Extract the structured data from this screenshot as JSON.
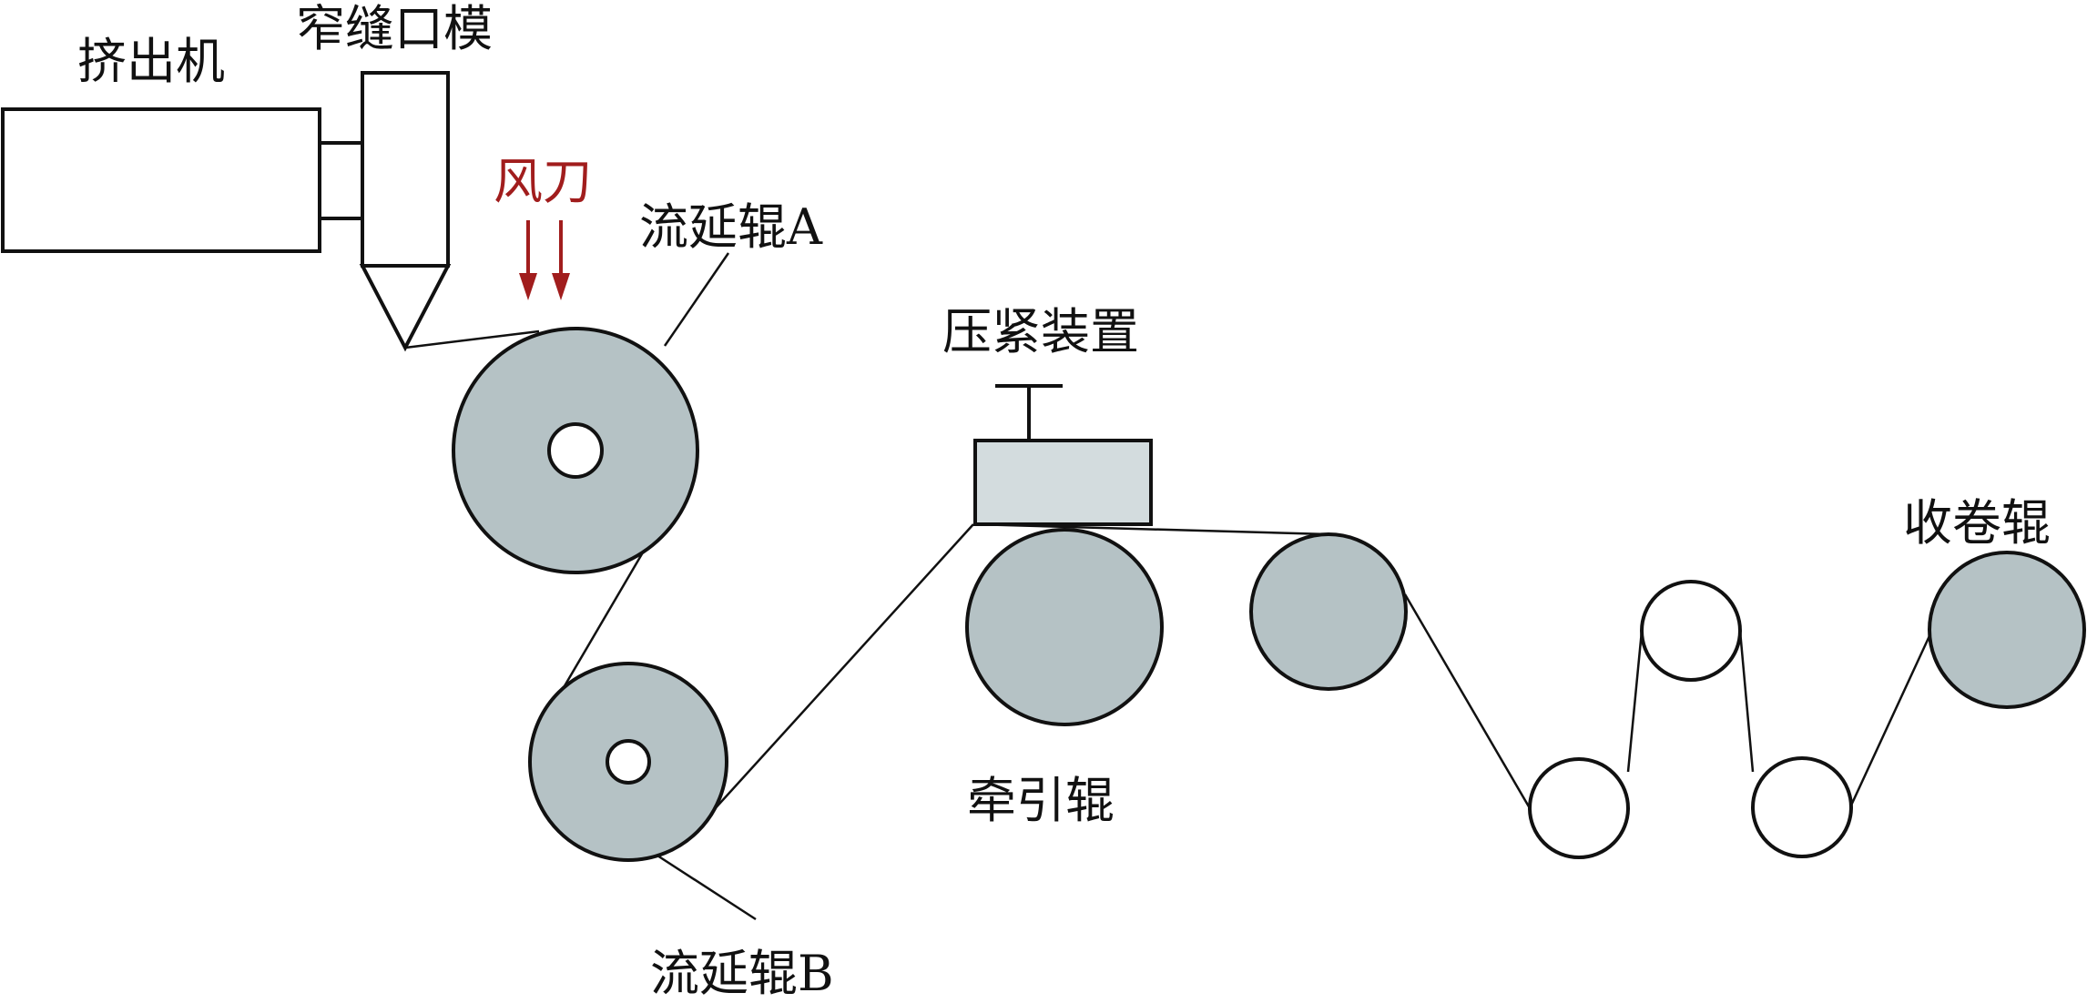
{
  "labels": {
    "extruder": "挤出机",
    "slot_die": "窄缝口模",
    "air_knife": "风刀",
    "casting_roll_a": "流延辊A",
    "casting_roll_b": "流延辊B",
    "press_device": "压紧装置",
    "haul_off_roll": "牵引辊",
    "winding_roll": "收卷辊"
  },
  "colors": {
    "roll_fill": "#b5c2c5",
    "press_fill": "#d3dcde",
    "air_knife": "#a11d1d",
    "line": "#111111"
  }
}
